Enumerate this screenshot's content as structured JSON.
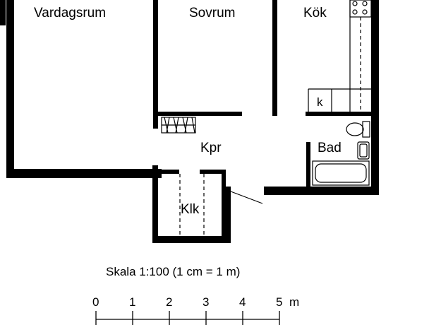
{
  "rooms": {
    "vardagsrum": "Vardagsrum",
    "sovrum": "Sovrum",
    "kok": "Kök",
    "kpr": "Kpr",
    "bad": "Bad",
    "klk": "Klk",
    "k": "k"
  },
  "scale": {
    "title": "Skala 1:100 (1 cm = 1 m)",
    "ticks": [
      "0",
      "1",
      "2",
      "3",
      "4",
      "5"
    ],
    "unit": "m"
  }
}
